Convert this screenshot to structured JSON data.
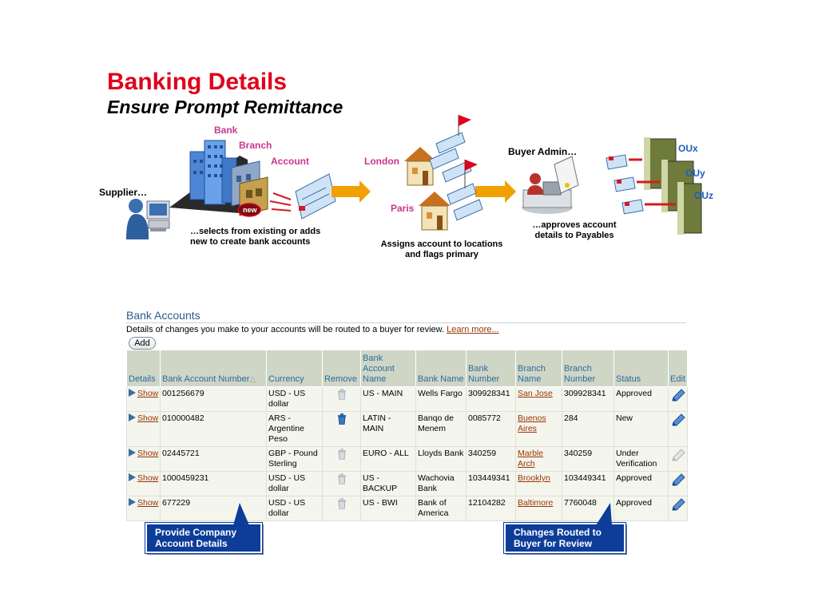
{
  "header": {
    "title": "Banking Details",
    "subtitle": "Ensure Prompt Remittance"
  },
  "diagram": {
    "supplier_label": "Supplier…",
    "bank_label": "Bank",
    "branch_label": "Branch",
    "account_label": "Account",
    "new_badge": "new",
    "supplier_caption": "…selects from existing or adds new to create bank accounts",
    "london_label": "London",
    "paris_label": "Paris",
    "locations_caption": "Assigns account to locations and flags primary",
    "buyer_label": "Buyer Admin…",
    "buyer_caption": "…approves account details to Payables",
    "ou_labels": [
      "OUx",
      "OUy",
      "OUz"
    ]
  },
  "bank_accounts": {
    "title": "Bank Accounts",
    "description": "Details of changes you make to your accounts will be routed to a buyer for review.",
    "learn_more": "Learn more...",
    "add_label": "Add",
    "columns": [
      "Details",
      "Bank Account Number",
      "Currency",
      "Remove",
      "Bank Account Name",
      "Bank Name",
      "Bank Number",
      "Branch Name",
      "Branch Number",
      "Status",
      "Edit"
    ],
    "show_label": "Show",
    "rows": [
      {
        "account_number": "001256679",
        "currency": "USD - US dollar",
        "account_name": "US - MAIN",
        "bank_name": "Wells Fargo",
        "bank_number": "309928341",
        "branch_name": "San Jose",
        "branch_number": "309928341",
        "status": "Approved"
      },
      {
        "account_number": "010000482",
        "currency": "ARS - Argentine Peso",
        "account_name": "LATIN - MAIN",
        "bank_name": "Banqo de Menem",
        "bank_number": "0085772",
        "branch_name": "Buenos Aires",
        "branch_number": "284",
        "status": "New"
      },
      {
        "account_number": "02445721",
        "currency": "GBP - Pound Sterling",
        "account_name": "EURO - ALL",
        "bank_name": "Lloyds Bank",
        "bank_number": "340259",
        "branch_name": "Marble Arch",
        "branch_number": "340259",
        "status": "Under Verification"
      },
      {
        "account_number": "1000459231",
        "currency": "USD - US dollar",
        "account_name": "US - BACKUP",
        "bank_name": "Wachovia Bank",
        "bank_number": "103449341",
        "branch_name": "Brooklyn",
        "branch_number": "103449341",
        "status": "Approved"
      },
      {
        "account_number": "677229",
        "currency": "USD - US dollar",
        "account_name": "US - BWI",
        "bank_name": "Bank of America",
        "bank_number": "12104282",
        "branch_name": "Baltimore",
        "branch_number": "7760048",
        "status": "Approved"
      }
    ]
  },
  "callouts": {
    "left": "Provide Company Account Details",
    "right": "Changes Routed to Buyer for Review"
  },
  "colors": {
    "title_red": "#e0001b",
    "header_bg": "#cfd6c5",
    "header_text": "#2d6aa3",
    "callout_bg": "#0d3d99",
    "link_brown": "#993300",
    "arrow_orange": "#f0a000"
  }
}
